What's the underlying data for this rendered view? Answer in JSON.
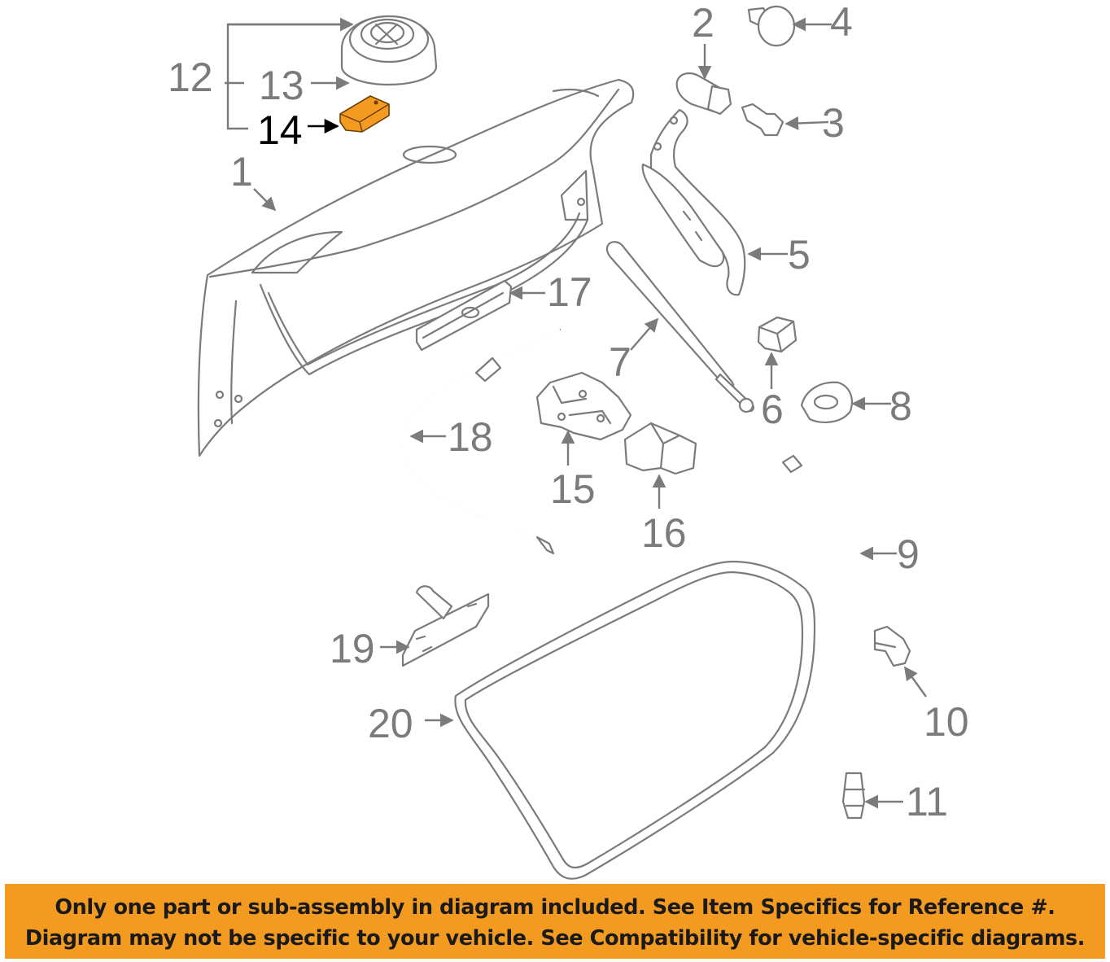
{
  "diagram": {
    "callouts": [
      {
        "id": "1",
        "label": "1"
      },
      {
        "id": "2",
        "label": "2"
      },
      {
        "id": "3",
        "label": "3"
      },
      {
        "id": "4",
        "label": "4"
      },
      {
        "id": "5",
        "label": "5"
      },
      {
        "id": "6",
        "label": "6"
      },
      {
        "id": "7",
        "label": "7"
      },
      {
        "id": "8",
        "label": "8"
      },
      {
        "id": "9",
        "label": "9"
      },
      {
        "id": "10",
        "label": "10"
      },
      {
        "id": "11",
        "label": "11"
      },
      {
        "id": "12",
        "label": "12"
      },
      {
        "id": "13",
        "label": "13"
      },
      {
        "id": "14",
        "label": "14"
      },
      {
        "id": "15",
        "label": "15"
      },
      {
        "id": "16",
        "label": "16"
      },
      {
        "id": "17",
        "label": "17"
      },
      {
        "id": "18",
        "label": "18"
      },
      {
        "id": "19",
        "label": "19"
      },
      {
        "id": "20",
        "label": "20"
      }
    ],
    "highlighted_part": "14",
    "highlight_color": "#f39a21"
  },
  "banner": {
    "line1": "Only one part or sub-assembly in diagram included. See Item Specifics for Reference #.",
    "line2": "Diagram may not be specific to your vehicle. See Compatibility for vehicle-specific diagrams.",
    "background": "#f39a21"
  }
}
